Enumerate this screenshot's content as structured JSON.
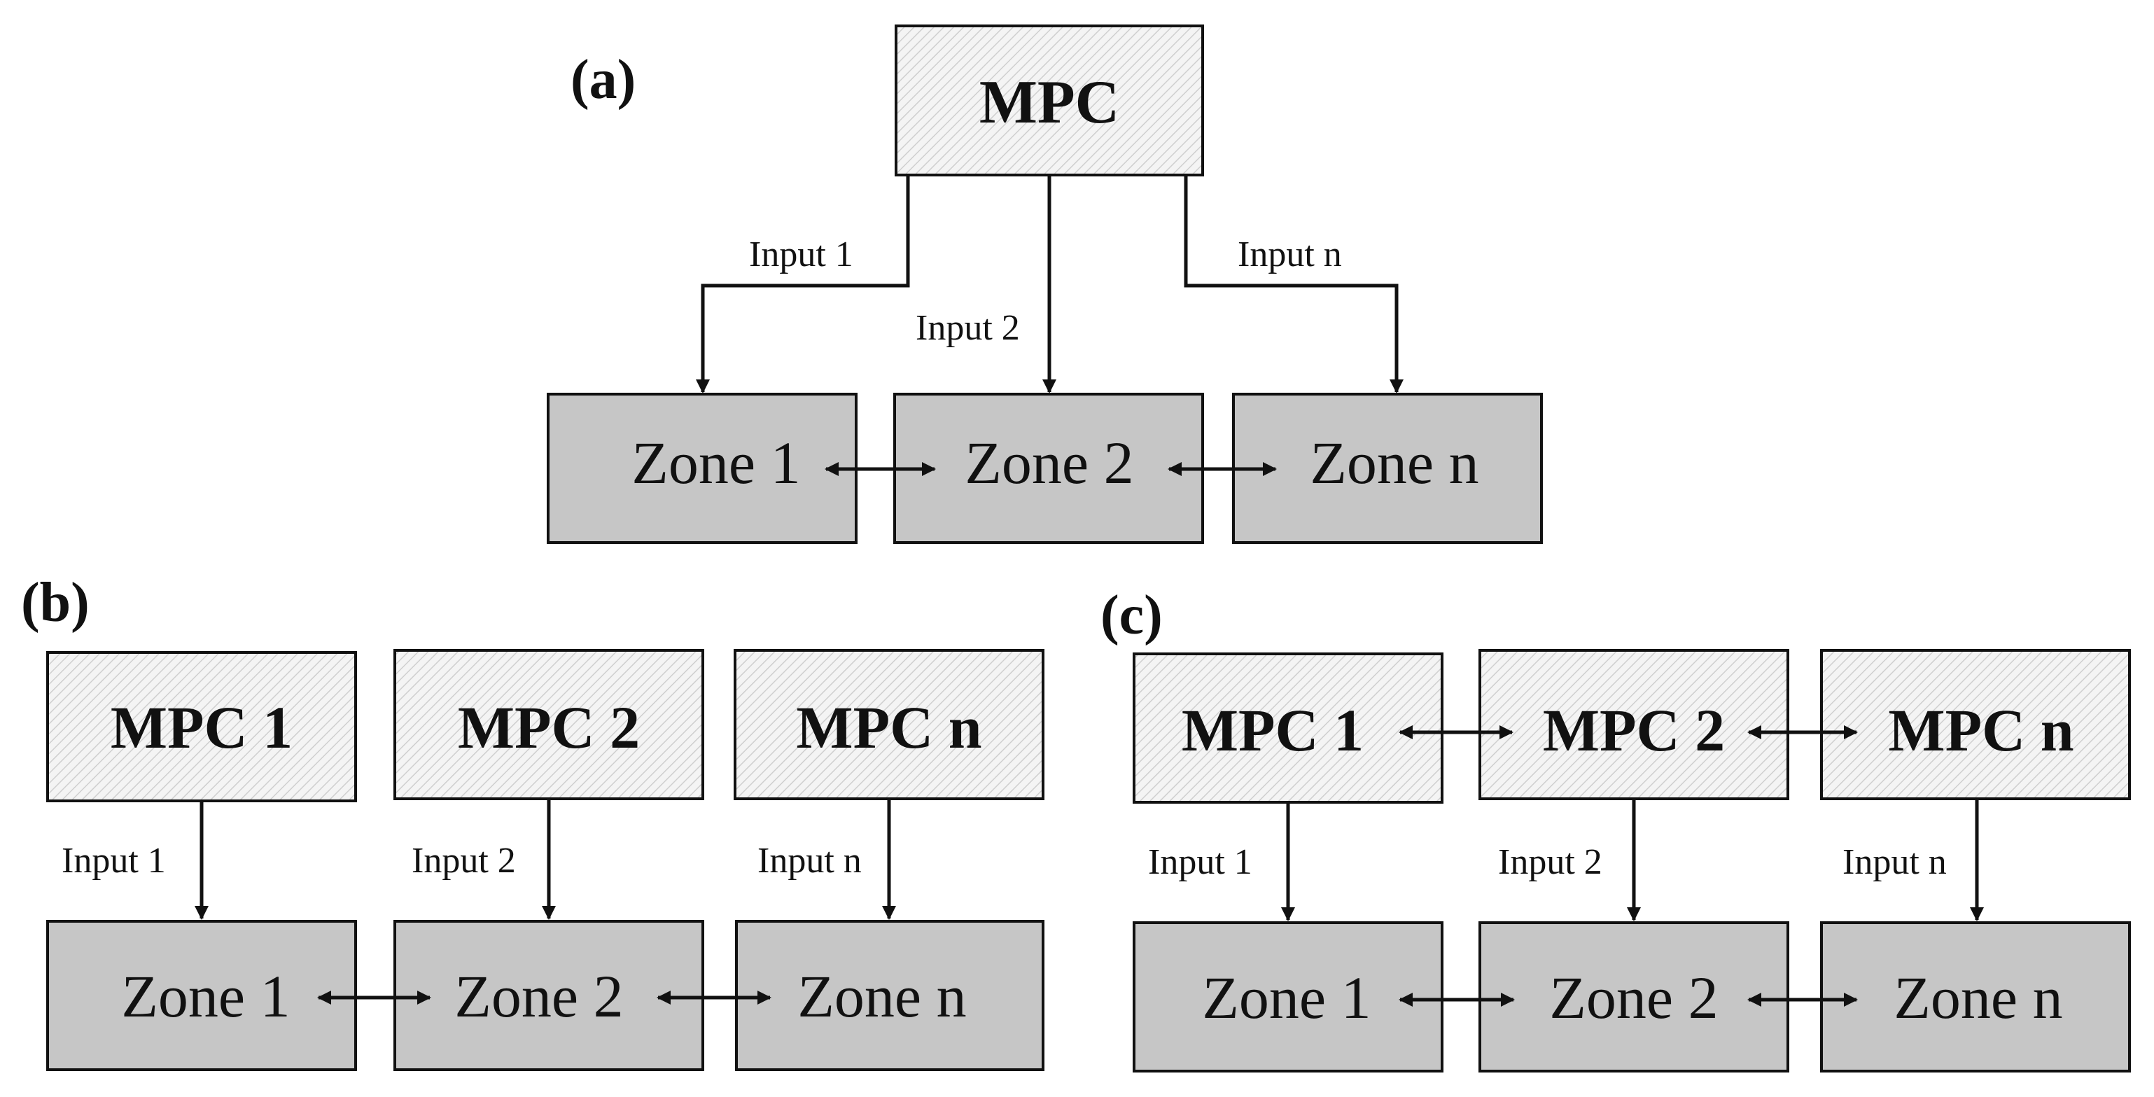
{
  "panels": {
    "a": {
      "label": "(a)",
      "mpc": "MPC",
      "inputs": [
        "Input 1",
        "Input 2",
        "Input n"
      ],
      "zones": [
        "Zone 1",
        "Zone 2",
        "Zone n"
      ]
    },
    "b": {
      "label": "(b)",
      "mpcs": [
        "MPC 1",
        "MPC 2",
        "MPC n"
      ],
      "inputs": [
        "Input 1",
        "Input 2",
        "Input n"
      ],
      "zones": [
        "Zone 1",
        "Zone 2",
        "Zone n"
      ]
    },
    "c": {
      "label": "(c)",
      "mpcs": [
        "MPC 1",
        "MPC 2",
        "MPC n"
      ],
      "inputs": [
        "Input 1",
        "Input 2",
        "Input n"
      ],
      "zones": [
        "Zone 1",
        "Zone 2",
        "Zone n"
      ]
    }
  },
  "colors": {
    "zone_fill": "#c6c6c6",
    "mpc_fill": "#f2f2f2",
    "line": "#111111"
  }
}
